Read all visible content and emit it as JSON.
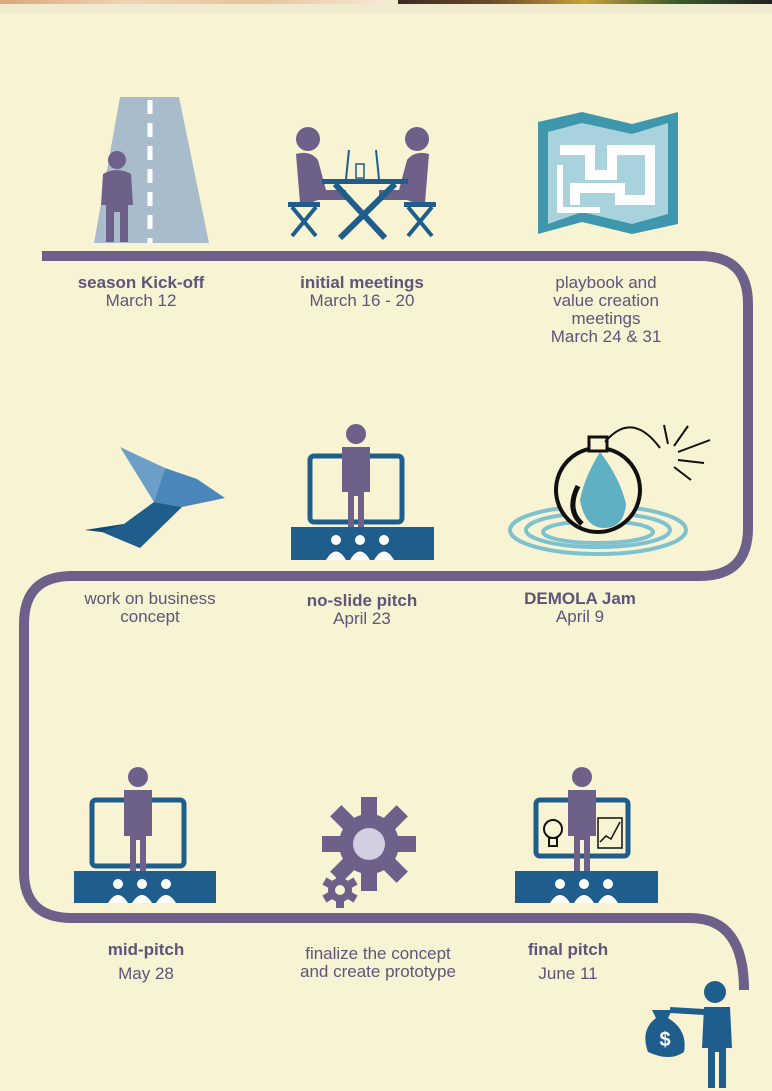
{
  "colors": {
    "background": "#f8f3d2",
    "path": "#6e6189",
    "text": "#5f5479",
    "figure": "#6e6189",
    "blue": "#1f5e8c",
    "teal": "#4aa3b2"
  },
  "milestones": [
    {
      "icon": "road-icon",
      "title": "season  Kick-off",
      "subtitle": "March 12"
    },
    {
      "icon": "meeting-table-icon",
      "title": "initial meetings",
      "subtitle": "March 16 - 20"
    },
    {
      "icon": "maze-map-icon",
      "title": "playbook and",
      "title2": "value creation",
      "title3": "meetings",
      "subtitle": "March 24 & 31"
    },
    {
      "icon": "origami-bird-icon",
      "title": "work on business",
      "subtitle": "concept"
    },
    {
      "icon": "stage-presenter-icon",
      "title": "no-slide pitch",
      "subtitle": "April 23"
    },
    {
      "icon": "water-bomb-icon",
      "title": "DEMOLA Jam",
      "subtitle": "April 9"
    },
    {
      "icon": "stage-presenter-icon",
      "title": "mid-pitch",
      "subtitle": "May 28"
    },
    {
      "icon": "gears-icon",
      "title": "finalize the concept",
      "subtitle": "and create prototype"
    },
    {
      "icon": "stage-presenter-charts-icon",
      "title": "final pitch",
      "subtitle": "June 11"
    }
  ],
  "end_icon": "investor-money-bag-icon",
  "money_symbol": "$"
}
